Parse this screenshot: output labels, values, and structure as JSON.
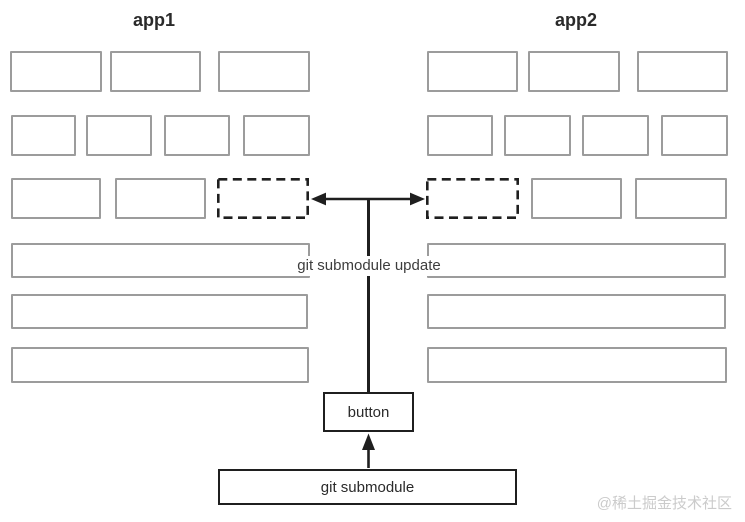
{
  "apps": [
    {
      "title": "app1"
    },
    {
      "title": "app2"
    }
  ],
  "connector": {
    "label": "git submodule update"
  },
  "button_node": {
    "label": "button"
  },
  "submodule_node": {
    "label": "git submodule"
  },
  "watermark": {
    "text": "@稀土掘金技术社区"
  },
  "colors": {
    "box_border": "#9c9c9c",
    "line": "#1f1f1f",
    "label_text": "#3d3d3d",
    "title_text": "#2a2a2a",
    "watermark": "#cbcbcb",
    "bg": "#ffffff"
  }
}
